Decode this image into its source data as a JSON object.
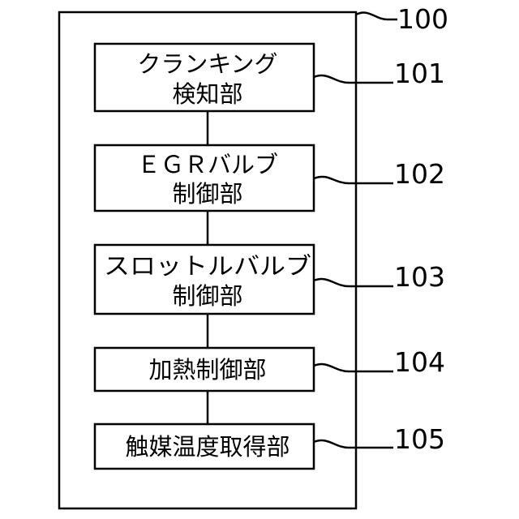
{
  "diagram": {
    "container": {
      "ref": "100"
    },
    "blocks": [
      {
        "ref": "101",
        "lines": [
          "クランキング",
          "検知部"
        ]
      },
      {
        "ref": "102",
        "lines": [
          "ＥＧＲバルブ",
          "制御部"
        ]
      },
      {
        "ref": "103",
        "lines": [
          "スロットルバルブ",
          "制御部"
        ]
      },
      {
        "ref": "104",
        "lines": [
          "加熱制御部"
        ]
      },
      {
        "ref": "105",
        "lines": [
          "触媒温度取得部"
        ]
      }
    ]
  }
}
